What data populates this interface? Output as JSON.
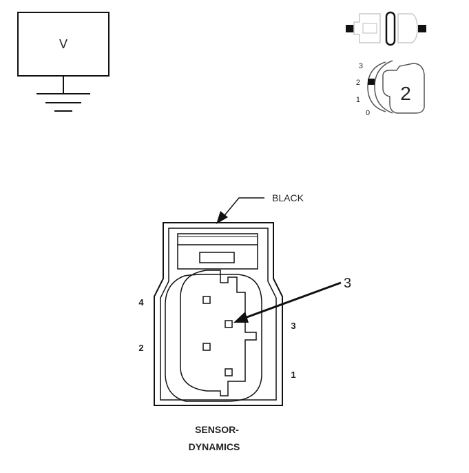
{
  "meter": {
    "symbol": "V"
  },
  "ignition": {
    "positions": [
      "3",
      "2",
      "1",
      "0"
    ],
    "key_number": "2"
  },
  "connector": {
    "color_label": "BLACK",
    "callout_pin": "3",
    "pin_labels": {
      "p4": "4",
      "p2": "2",
      "p3": "3",
      "p1": "1"
    },
    "name_line1": "SENSOR-",
    "name_line2": "DYNAMICS"
  }
}
